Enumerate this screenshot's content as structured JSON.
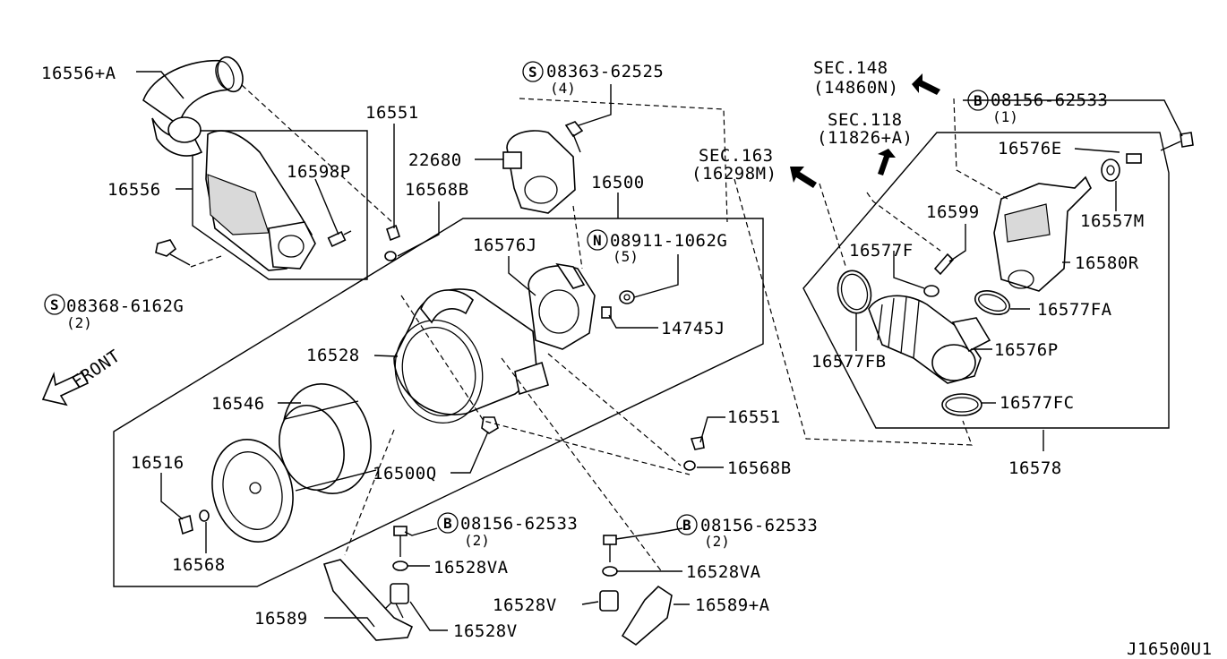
{
  "labels": {
    "l16556A": "16556+A",
    "l16556": "16556",
    "l16598P": "16598P",
    "l08368": "08368-6162G",
    "l08368q": "(2)",
    "l16551a": "16551",
    "l16568Ba": "16568B",
    "l08363": "08363-62525",
    "l08363q": "(4)",
    "l22680": "22680",
    "l16500": "16500",
    "l16576J": "16576J",
    "l08911": "08911-1062G",
    "l08911q": "(5)",
    "l14745J": "14745J",
    "l16528": "16528",
    "l16546": "16546",
    "l16516": "16516",
    "l16568": "16568",
    "l16500Q": "16500Q",
    "l16551b": "16551",
    "l16568Bb": "16568B",
    "l08156a": "08156-62533",
    "l08156aq": "(2)",
    "l16528VAa": "16528VA",
    "l16589": "16589",
    "l16528Va": "16528V",
    "l08156b": "08156-62533",
    "l08156bq": "(2)",
    "l16528VAb": "16528VA",
    "l16528Vb": "16528V",
    "l16589A": "16589+A",
    "lSEC148": "SEC.148",
    "lSEC148s": "(14860N)",
    "lSEC118": "SEC.118",
    "lSEC118s": "(11826+A)",
    "lSEC163": "SEC.163",
    "lSEC163s": "(16298M)",
    "l08156c": "08156-62533",
    "l08156cq": "(1)",
    "l16576E": "16576E",
    "l16557M": "16557M",
    "l16599": "16599",
    "l16580R": "16580R",
    "l16577F": "16577F",
    "l16577FA": "16577FA",
    "l16576P": "16576P",
    "l16577FB": "16577FB",
    "l16577FC": "16577FC",
    "l16578": "16578",
    "front": "FRONT",
    "code": "J16500U1"
  },
  "symbols": {
    "S": "S",
    "N": "N",
    "B": "B"
  }
}
